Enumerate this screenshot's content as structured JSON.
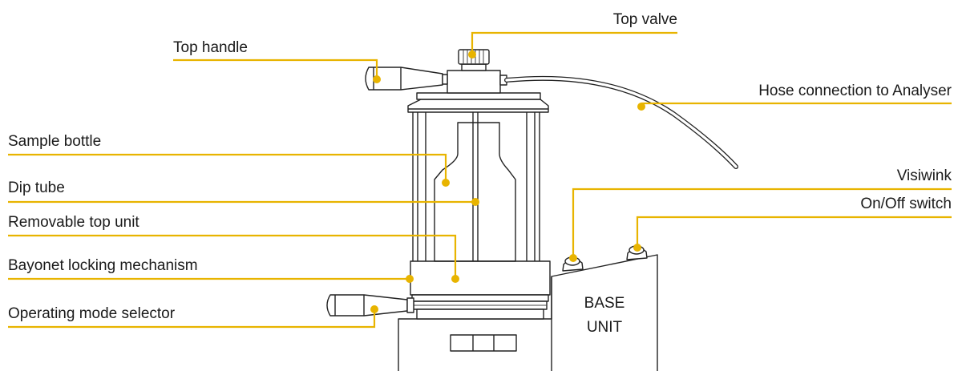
{
  "diagram": {
    "accent_color": "#e8b400",
    "line_color": "#222222",
    "labels": {
      "top_valve": "Top valve",
      "top_handle": "Top handle",
      "hose_connection": "Hose connection to Analyser",
      "sample_bottle": "Sample bottle",
      "dip_tube": "Dip tube",
      "visiwink": "Visiwink",
      "on_off_switch": "On/Off switch",
      "removable_top_unit": "Removable top unit",
      "bayonet_locking": "Bayonet locking mechanism",
      "operating_mode_selector": "Operating mode selector"
    },
    "base_unit": {
      "line1": "BASE",
      "line2": "UNIT"
    }
  }
}
